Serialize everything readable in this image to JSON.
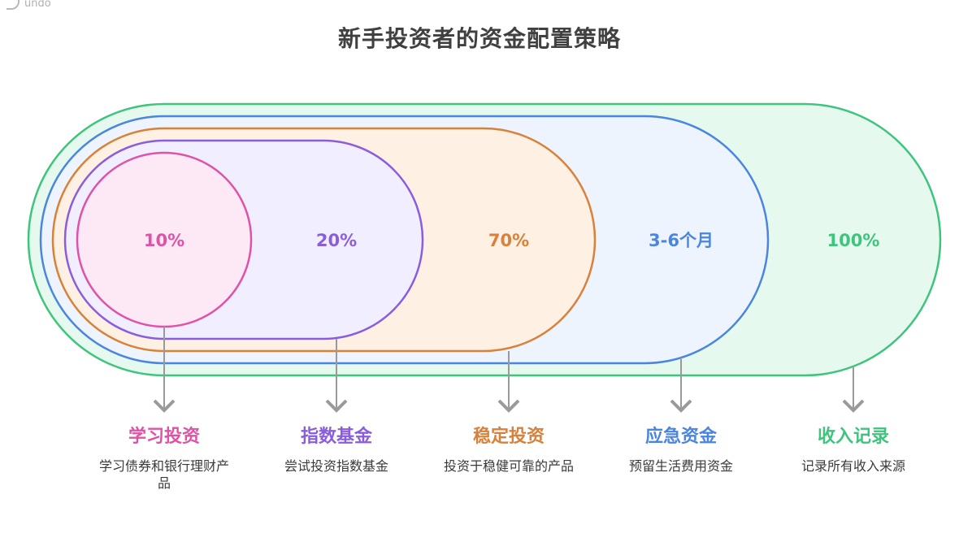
{
  "logo": {
    "text": "undo"
  },
  "title": "新手投资者的资金配置策略",
  "colors": {
    "pink": "#e052a6",
    "purple": "#8a5ddd",
    "orange": "#d8813a",
    "blue": "#4a86e0",
    "green": "#3ec47c",
    "arrow": "#9a9a9a"
  },
  "layers": [
    {
      "id": "learn",
      "value": "10%",
      "color": "#e052a6",
      "fill": "#fde9f5"
    },
    {
      "id": "index",
      "value": "20%",
      "color": "#8a5ddd",
      "fill": "#f1efff"
    },
    {
      "id": "stable",
      "value": "70%",
      "color": "#d8813a",
      "fill": "#fef0e3"
    },
    {
      "id": "reserve",
      "value": "3-6个月",
      "color": "#4a86e0",
      "fill": "#eef4fd"
    },
    {
      "id": "income",
      "value": "100%",
      "color": "#3ec47c",
      "fill": "#e5f9ee"
    }
  ],
  "items": [
    {
      "title": "学习投资",
      "desc": "学习债券和银行理财产品"
    },
    {
      "title": "指数基金",
      "desc": "尝试投资指数基金"
    },
    {
      "title": "稳定投资",
      "desc": "投资于稳健可靠的产品"
    },
    {
      "title": "应急资金",
      "desc": "预留生活费用资金"
    },
    {
      "title": "收入记录",
      "desc": "记录所有收入来源"
    }
  ]
}
